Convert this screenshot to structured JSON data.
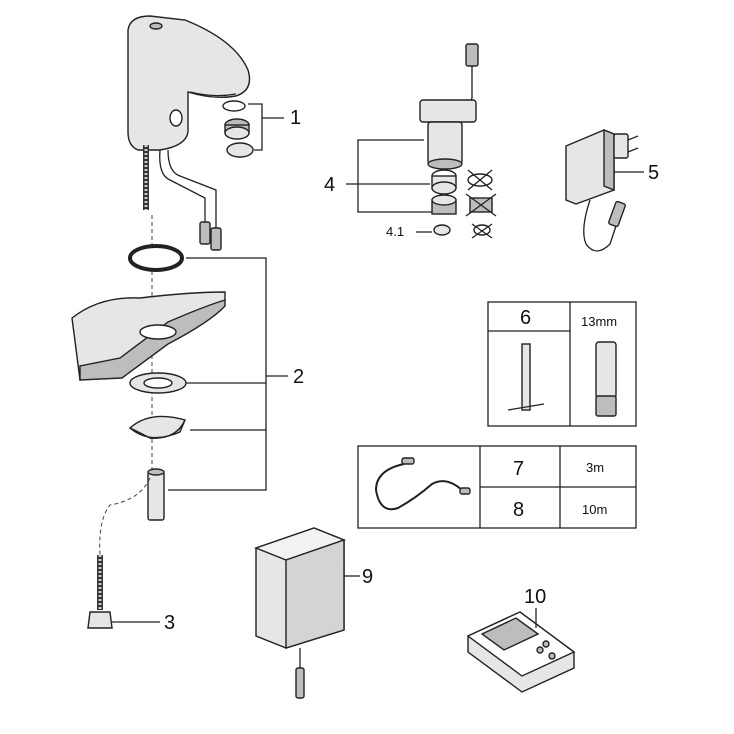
{
  "callouts": {
    "c1": "1",
    "c2": "2",
    "c3": "3",
    "c4": "4",
    "c4_1": "4.1",
    "c5": "5",
    "c6": "6",
    "c7": "7",
    "c8": "8",
    "c9": "9",
    "c10": "10"
  },
  "tool_table": {
    "size": "13mm"
  },
  "cable_table": {
    "len7": "3m",
    "len8": "10m"
  }
}
